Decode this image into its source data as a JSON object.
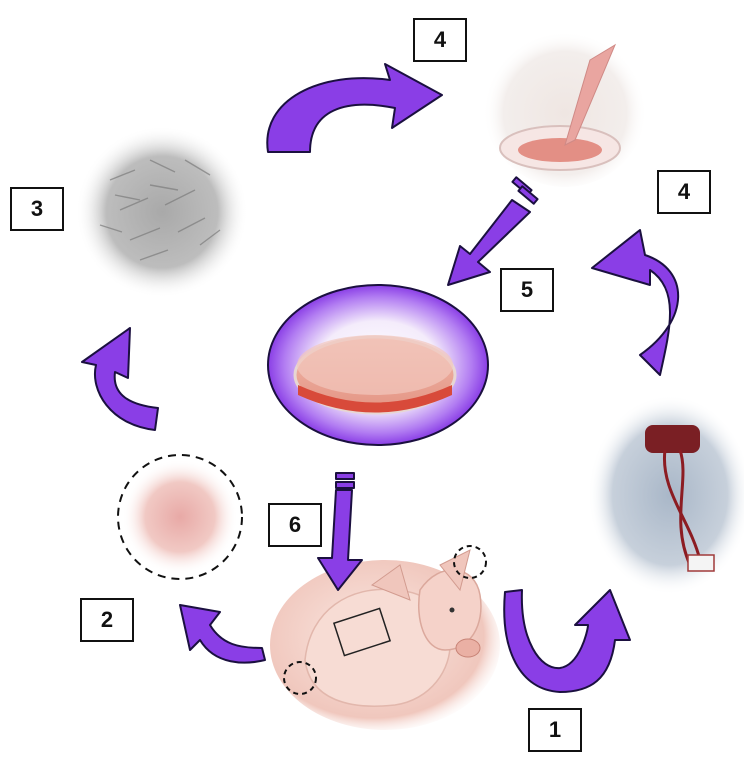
{
  "steps": {
    "step1": "1",
    "step2": "2",
    "step3": "3",
    "step4_top": "4",
    "step4_right": "4",
    "step5": "5",
    "step6": "6"
  },
  "colors": {
    "arrow_fill": "#8a3ee6",
    "arrow_stroke": "#1b1040",
    "dish_glow": "#9b59f0",
    "medium": "#e79a8e"
  },
  "images": [
    "cell-culture-micrograph",
    "pipette-petri-dish",
    "culture-dish-center",
    "blood-collection-bag",
    "piglet",
    "skin-tissue-sample"
  ]
}
